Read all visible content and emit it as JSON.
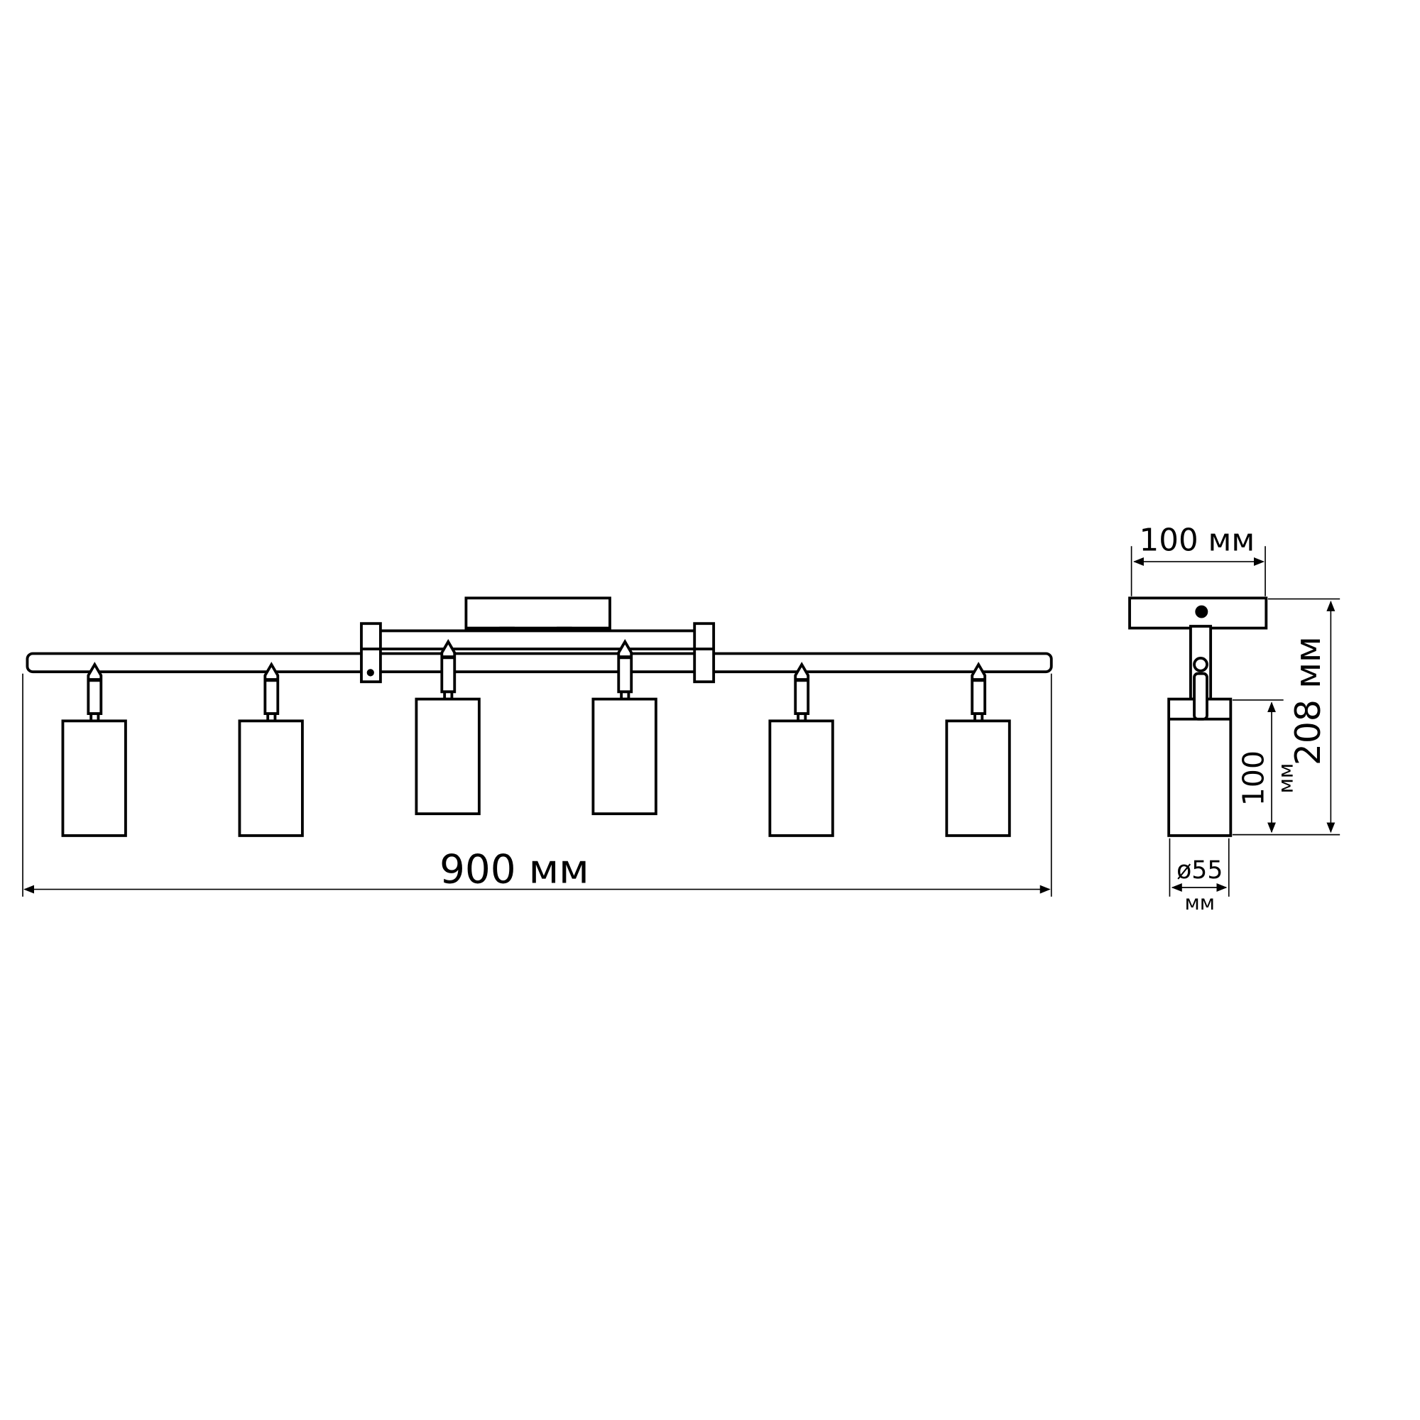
{
  "front_view": {
    "lamp_count": 6,
    "width_label": "900 мм"
  },
  "side_view": {
    "canopy_width_label": "100 мм",
    "total_height_label": "208 мм",
    "shade_height_value": "100",
    "shade_height_unit": "мм",
    "shade_diameter_value": "ø55",
    "shade_diameter_unit": "мм"
  },
  "colors": {
    "line": "#000000",
    "background": "#ffffff"
  }
}
